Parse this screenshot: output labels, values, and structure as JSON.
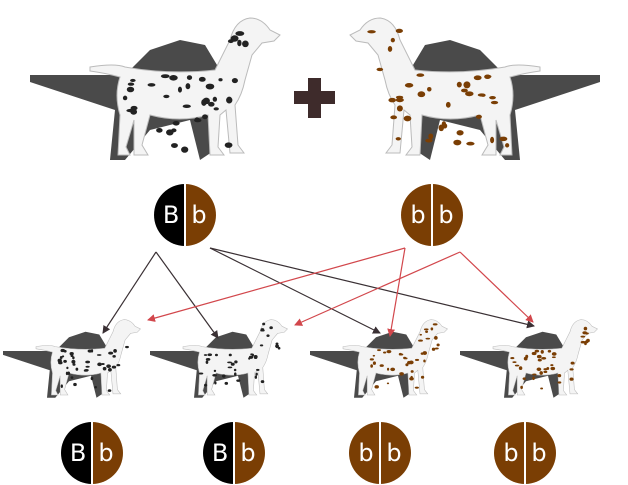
{
  "colors": {
    "black": "#000000",
    "liver": "#7a3e04",
    "arrow_black": "#3a3034",
    "arrow_red": "#d2474c",
    "plus": "#3e2b2b",
    "shadow": "#4a4a4a"
  },
  "parents": [
    {
      "name": "black-spotted-parent",
      "spots": "black",
      "genotype": [
        "B",
        "b"
      ]
    },
    {
      "name": "liver-spotted-parent",
      "spots": "liver",
      "genotype": [
        "b",
        "b"
      ]
    }
  ],
  "cross_symbol": "plus-icon",
  "offspring": [
    {
      "spots": "black",
      "genotype": [
        "B",
        "b"
      ]
    },
    {
      "spots": "black",
      "genotype": [
        "B",
        "b"
      ]
    },
    {
      "spots": "liver",
      "genotype": [
        "b",
        "b"
      ]
    },
    {
      "spots": "liver",
      "genotype": [
        "b",
        "b"
      ]
    }
  ]
}
